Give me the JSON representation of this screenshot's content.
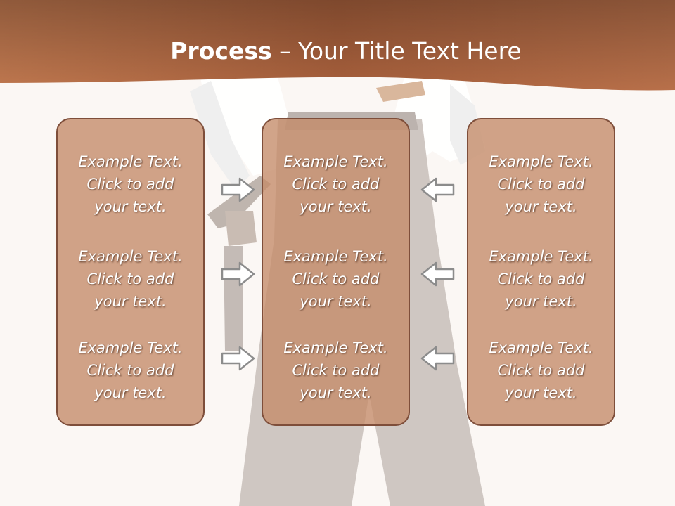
{
  "slide": {
    "title_bold": "Process",
    "title_rest": " – Your Title Text Here",
    "colors": {
      "banner": "#a8603c",
      "box_fill": "#c48a68",
      "box_border": "#7e4e3a",
      "arrow": "#8c8c8c",
      "background": "#fbf7f4"
    },
    "columns": [
      {
        "items": [
          {
            "line1": "Example Text.",
            "line2": "Click  to add",
            "line3": "your text."
          },
          {
            "line1": "Example Text.",
            "line2": "Click  to add",
            "line3": "your text."
          },
          {
            "line1": "Example Text.",
            "line2": "Click  to add",
            "line3": "your text."
          }
        ]
      },
      {
        "items": [
          {
            "line1": "Example Text.",
            "line2": "Click  to add",
            "line3": "your text."
          },
          {
            "line1": "Example Text.",
            "line2": "Click  to add",
            "line3": "your text."
          },
          {
            "line1": "Example Text.",
            "line2": "Click  to add",
            "line3": "your text."
          }
        ]
      },
      {
        "items": [
          {
            "line1": "Example Text.",
            "line2": "Click  to add",
            "line3": "your text."
          },
          {
            "line1": "Example Text.",
            "line2": "Click  to add",
            "line3": "your text."
          },
          {
            "line1": "Example Text.",
            "line2": "Click  to add",
            "line3": "your text."
          }
        ]
      }
    ],
    "arrows": {
      "left": [
        "arrow-right-icon",
        "arrow-right-icon",
        "arrow-right-icon"
      ],
      "right": [
        "arrow-left-icon",
        "arrow-left-icon",
        "arrow-left-icon"
      ]
    }
  }
}
